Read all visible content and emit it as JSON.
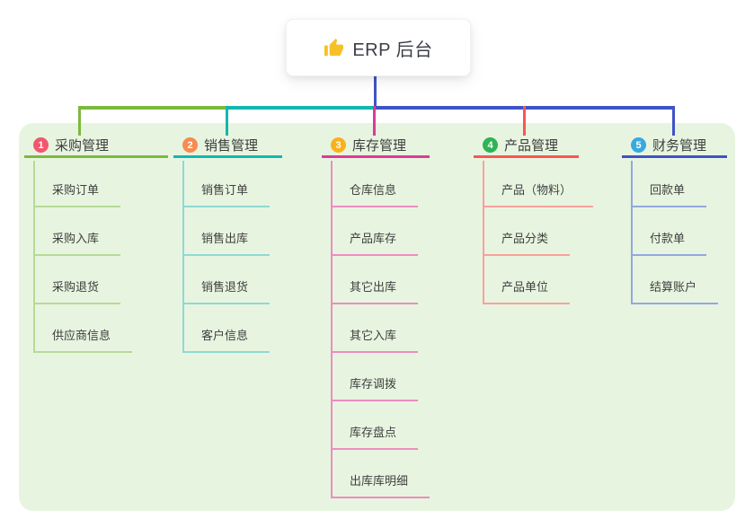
{
  "root": {
    "title": "ERP 后台",
    "icon": "thumbs-up-icon",
    "icon_color": "#f7c028",
    "stem_color": "#4053c6"
  },
  "panel": {
    "bg_color": "#e7f5e0"
  },
  "branches": [
    {
      "badge": "1",
      "title": "采购管理",
      "badge_color": "#f2566f",
      "color": "#7cb93f",
      "light_color": "#b6da97",
      "items": [
        "采购订单",
        "采购入库",
        "采购退货",
        "供应商信息"
      ]
    },
    {
      "badge": "2",
      "title": "销售管理",
      "badge_color": "#f78b50",
      "color": "#13b7ae",
      "light_color": "#8fd9d3",
      "items": [
        "销售订单",
        "销售出库",
        "销售退货",
        "客户信息"
      ]
    },
    {
      "badge": "3",
      "title": "库存管理",
      "badge_color": "#f8b21d",
      "color": "#dc3b95",
      "light_color": "#ee8cc1",
      "items": [
        "仓库信息",
        "产品库存",
        "其它出库",
        "其它入库",
        "库存调拨",
        "库存盘点",
        "出库库明细"
      ]
    },
    {
      "badge": "4",
      "title": "产品管理",
      "badge_color": "#2fb356",
      "color": "#f85653",
      "light_color": "#faa09d",
      "items": [
        "产品（物料）",
        "产品分类",
        "产品单位"
      ]
    },
    {
      "badge": "5",
      "title": "财务管理",
      "badge_color": "#38a9e0",
      "color": "#4053c6",
      "light_color": "#94a8de",
      "items": [
        "回款单",
        "付款单",
        "结算账户"
      ]
    }
  ]
}
